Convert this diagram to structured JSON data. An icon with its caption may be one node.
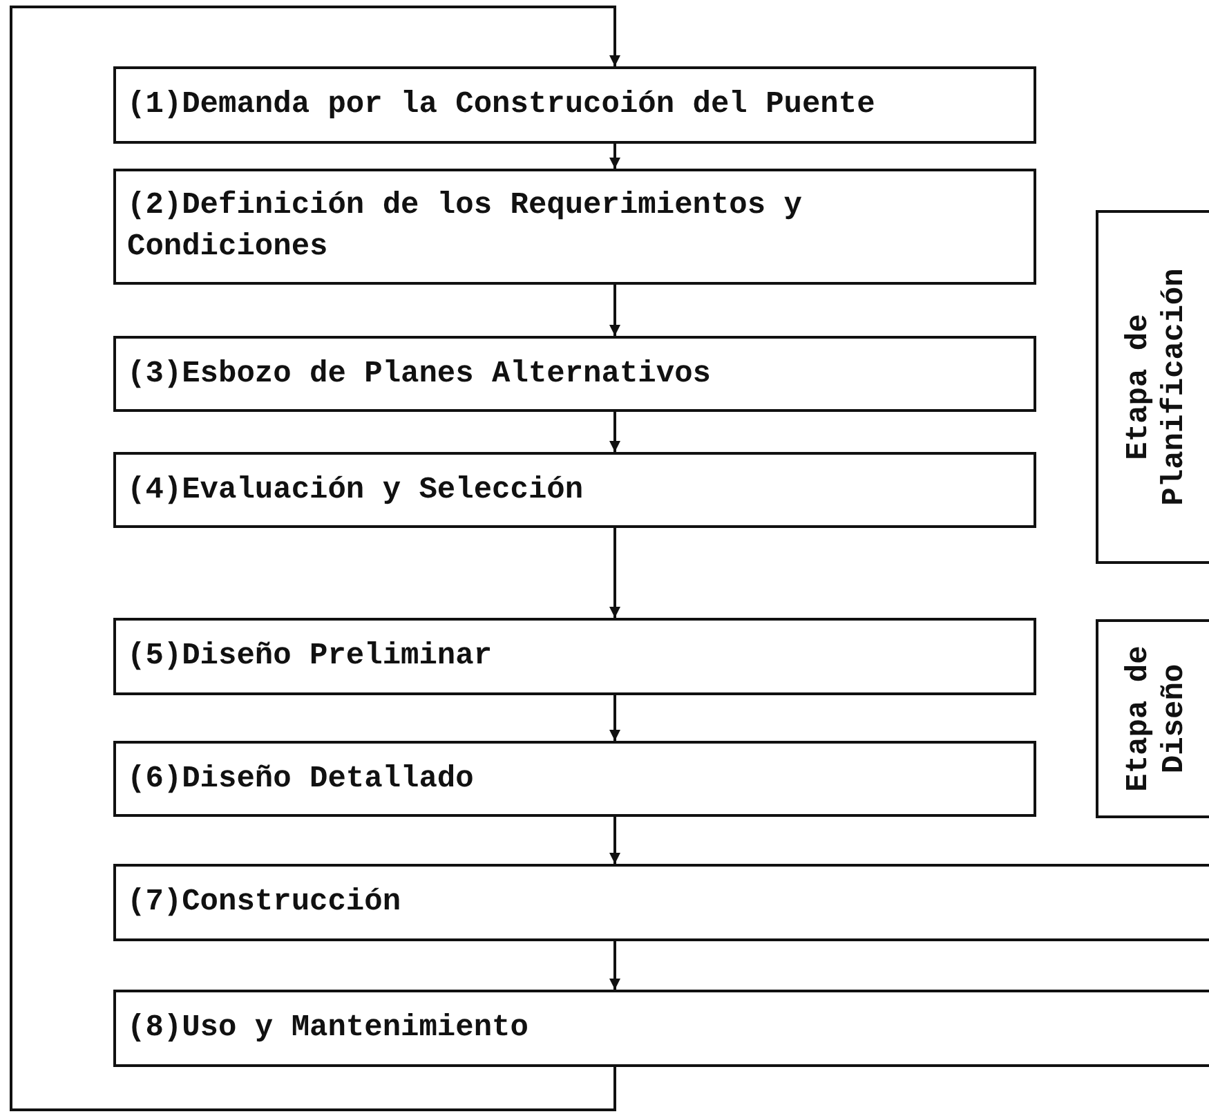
{
  "diagram": {
    "nodes": [
      {
        "text": [
          "(1)Demanda por la Construcoión del Puente"
        ]
      },
      {
        "text": [
          "(2)Definición de los Requerimientos y Condiciones"
        ]
      },
      {
        "text": [
          "(3)Esbozo de Planes Alternativos"
        ]
      },
      {
        "text": [
          "(4)Evaluación y Selección"
        ]
      },
      {
        "text": [
          "(5)Diseño Preliminar"
        ]
      },
      {
        "text": [
          "(6)Diseño Detallado"
        ]
      },
      {
        "text": [
          "(7)Construcción"
        ]
      },
      {
        "text": [
          "(8)Uso y Mantenimiento"
        ]
      },
      {
        "text": [
          "Etapa de Planificación"
        ]
      },
      {
        "text": [
          "Etapa de Diseño"
        ]
      }
    ],
    "edges": [
      {
        "from": 0,
        "to": 1,
        "arrow": "to"
      },
      {
        "from": 1,
        "to": 2,
        "arrow": "to"
      },
      {
        "from": 2,
        "to": 3,
        "arrow": "to"
      },
      {
        "from": 3,
        "to": 4,
        "arrow": "to"
      },
      {
        "from": 4,
        "to": 5,
        "arrow": "to"
      },
      {
        "from": 5,
        "to": 6,
        "arrow": "to"
      },
      {
        "from": 6,
        "to": 7,
        "arrow": "to"
      },
      {
        "from": 7,
        "to": 0,
        "arrow": "to"
      }
    ]
  }
}
